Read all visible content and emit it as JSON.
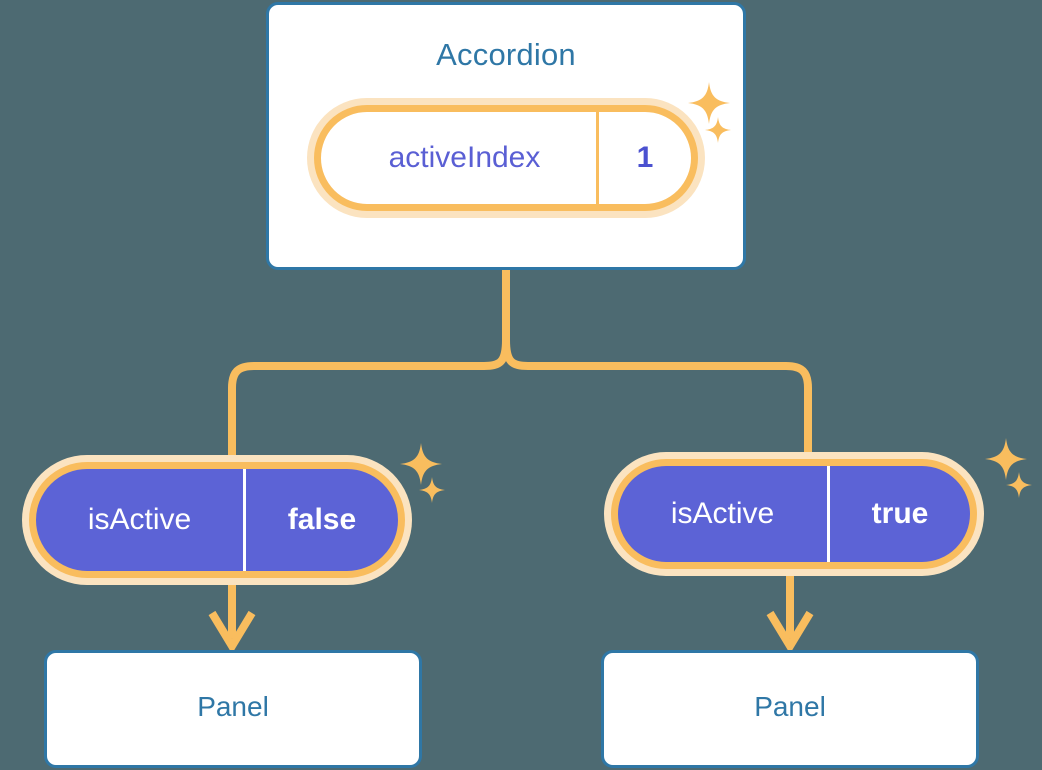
{
  "background_color": "#4d6a72",
  "palette": {
    "card_border": "#2f77a6",
    "card_bg": "#ffffff",
    "title_text": "#2f77a6",
    "ring_outer": "#fbe3c0",
    "ring_inner": "#f9bd5e",
    "connector": "#f9bd5e",
    "pill_purple": "#5c63d6",
    "pill_value_text": "#4b51d0",
    "pill_key_text": "#5a5fd4",
    "sparkle": "#f9bd5e"
  },
  "root": {
    "title": "Accordion",
    "state": {
      "key": "activeIndex",
      "value": "1"
    }
  },
  "branches": [
    {
      "id": "left",
      "state": {
        "key": "isActive",
        "value": "false"
      },
      "panel": {
        "title": "Panel"
      }
    },
    {
      "id": "right",
      "state": {
        "key": "isActive",
        "value": "true"
      },
      "panel": {
        "title": "Panel"
      }
    }
  ],
  "icons": {
    "sparkle": "sparkle-icon",
    "arrow_down": "arrow-down-icon"
  }
}
